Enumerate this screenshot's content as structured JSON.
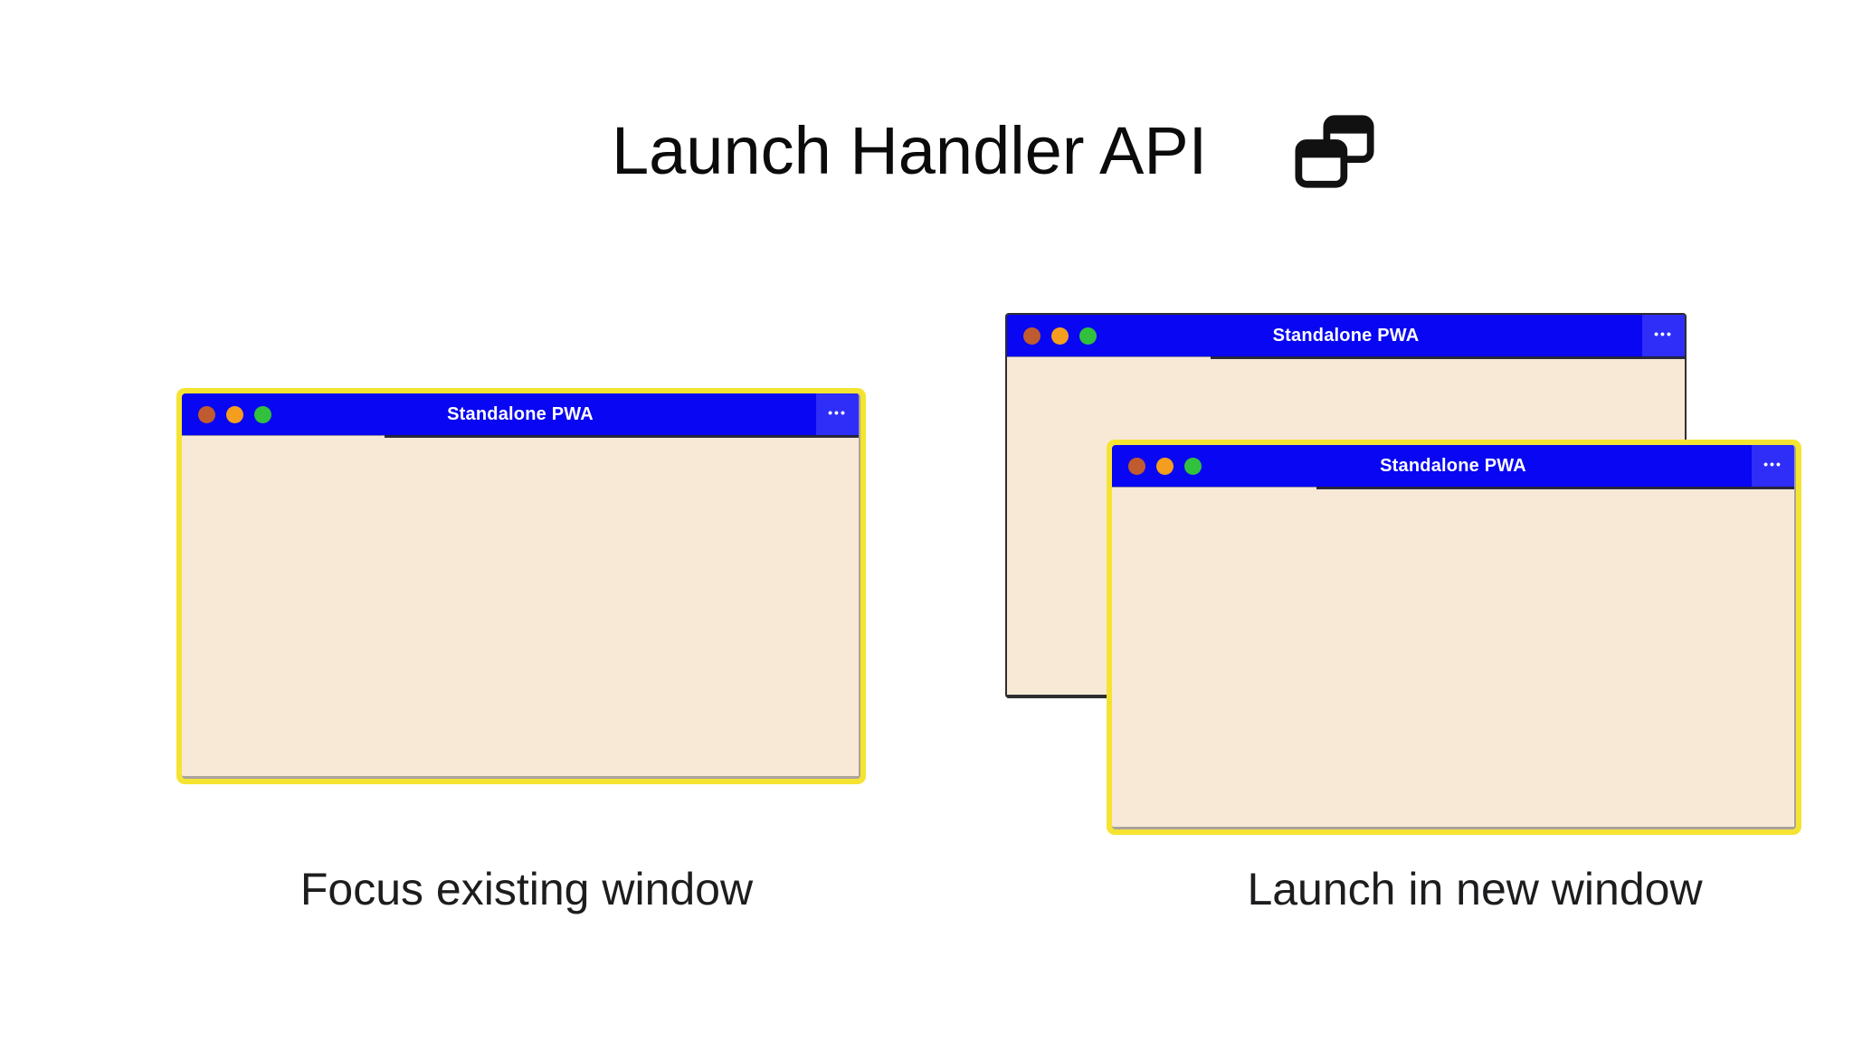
{
  "header": {
    "title": "Launch Handler API",
    "icon": "overlapping-windows-icon"
  },
  "window_chrome": {
    "title": "Standalone PWA",
    "menu_label": "•••",
    "traffic_lights": [
      {
        "name": "close",
        "color": "#bf5b2f"
      },
      {
        "name": "minimize",
        "color": "#f59d1e"
      },
      {
        "name": "maximize",
        "color": "#31c13d"
      }
    ],
    "titlebar_color": "#0806f2",
    "menu_panel_color": "#2f2df8",
    "body_color": "#f8e9d7",
    "focus_ring_color": "#f5e332",
    "unfocused_border_color": "#2e2e2e"
  },
  "scenarios": [
    {
      "caption": "Focus existing window",
      "windows": [
        {
          "state": "focused"
        }
      ]
    },
    {
      "caption": "Launch in new window",
      "windows": [
        {
          "state": "unfocused-back"
        },
        {
          "state": "focused-front"
        }
      ]
    }
  ]
}
